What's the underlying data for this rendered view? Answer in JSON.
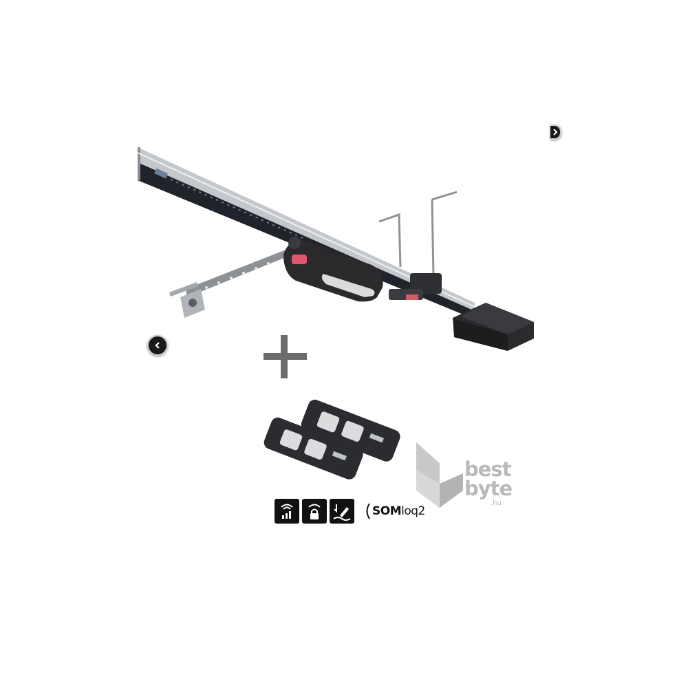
{
  "gallery": {
    "prev_icon": "chevron-left-icon",
    "next_icon": "chevron-right-icon"
  },
  "product": {
    "plus_icon": "plus-icon",
    "features": [
      {
        "icon": "signal-strength-icon"
      },
      {
        "icon": "secure-lock-icon"
      },
      {
        "icon": "easy-programming-icon"
      }
    ],
    "system_logo": {
      "prefix": "SOM",
      "suffix": "loq2"
    }
  },
  "watermark": {
    "brand_line1": "best",
    "brand_line2": "byte",
    "brand_tld": ".hu"
  },
  "colors": {
    "rail": "#b8bcc0",
    "motor_body": "#2a2a2a",
    "accent_pink": "#e2576f",
    "plus": "#6c6c6c",
    "watermark": "#b9b9b9"
  }
}
